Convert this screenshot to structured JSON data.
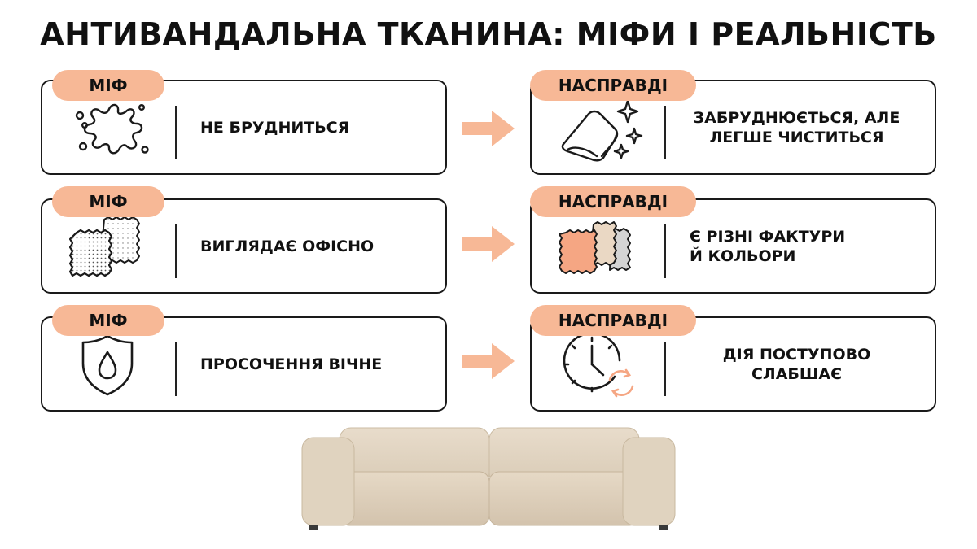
{
  "title": "АНТИВАНДАЛЬНА ТКАНИНА: МІФИ І РЕАЛЬНІСТЬ",
  "myth_label": "МІФ",
  "reality_label": "НАСПРАВДІ",
  "colors": {
    "accent": "#f7b896",
    "arrow": "#f7b896",
    "outline": "#1a1a1a",
    "sofa": "#e2d6c3"
  },
  "rows": [
    {
      "myth": {
        "text": "НЕ БРУДНИТЬСЯ",
        "icon": "stain-splash-icon"
      },
      "reality": {
        "line1": "ЗАБРУДНЮЄТЬСЯ, АЛЕ",
        "line2": "ЛЕГШЕ ЧИСТИТЬСЯ",
        "icon": "sparkling-cloth-icon"
      }
    },
    {
      "myth": {
        "text": "ВИГЛЯДАЄ ОФІСНО",
        "icon": "fabric-swatches-icon"
      },
      "reality": {
        "line1": "Є РІЗНІ ФАКТУРИ",
        "line2": "Й КОЛЬОРИ",
        "icon": "colored-swatches-icon"
      }
    },
    {
      "myth": {
        "text": "ПРОСОЧЕННЯ ВІЧНЕ",
        "icon": "shield-drop-icon"
      },
      "reality": {
        "line1": "ДІЯ ПОСТУПОВО",
        "line2": "СЛАБШАЄ",
        "icon": "clock-refresh-icon"
      }
    }
  ]
}
